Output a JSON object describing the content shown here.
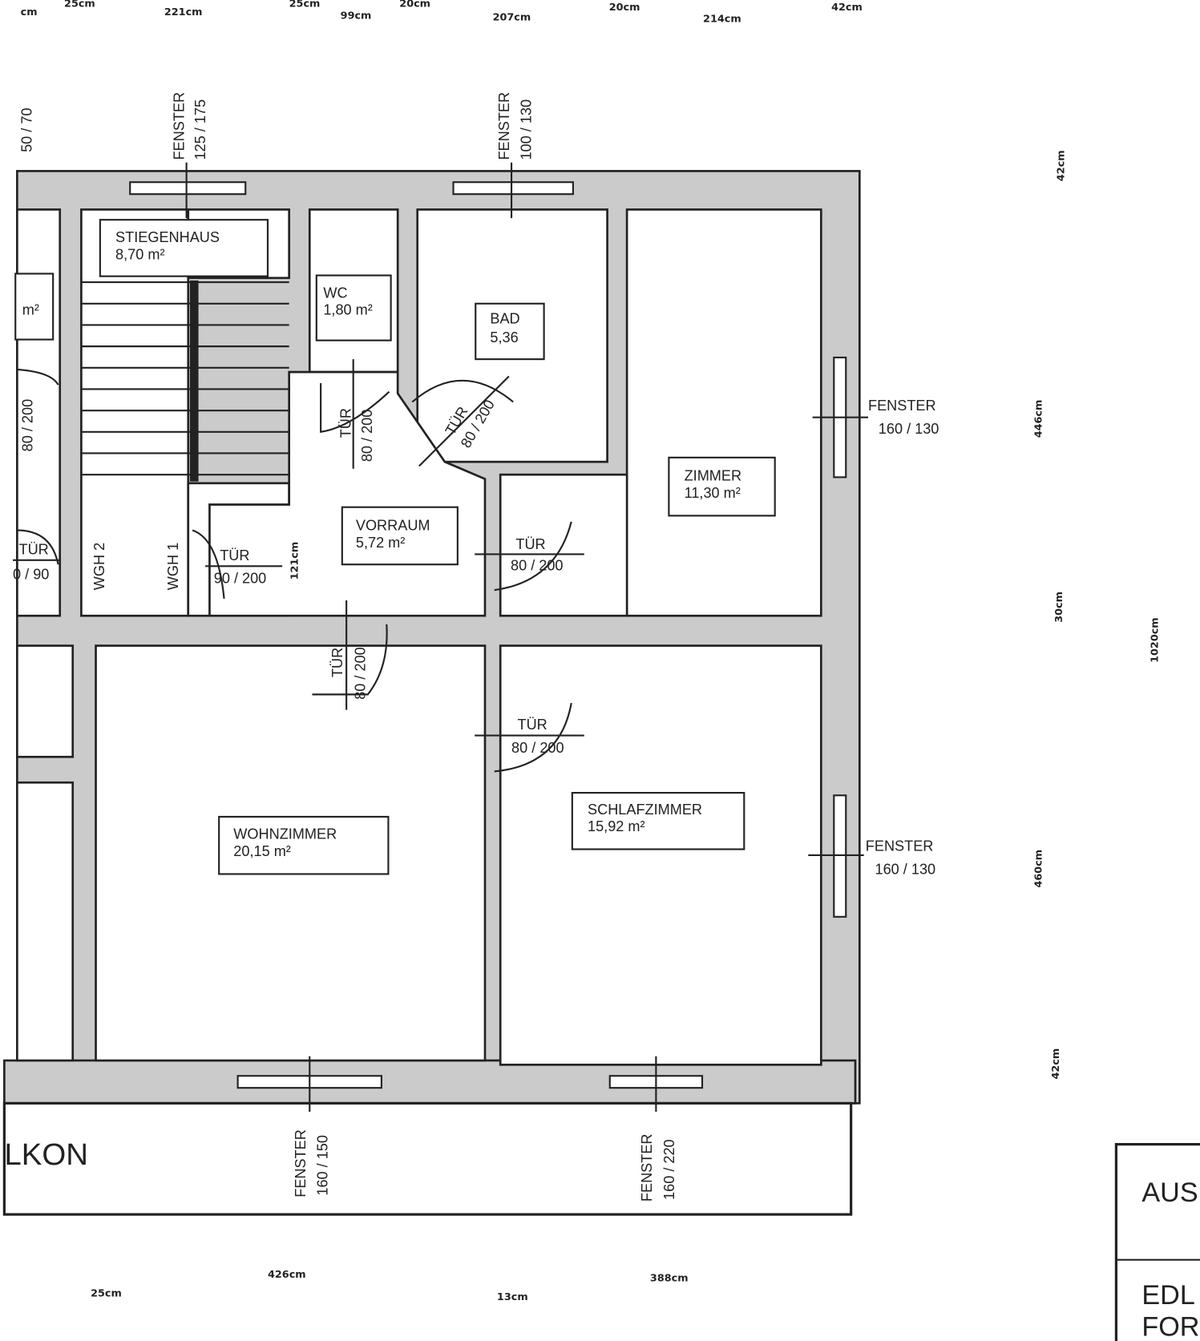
{
  "dimensions": {
    "top": [
      "cm",
      "25cm",
      "221cm",
      "25cm",
      "99cm",
      "20cm",
      "207cm",
      "20cm",
      "214cm",
      "42cm"
    ],
    "right": [
      "42cm",
      "446cm",
      "30cm",
      "1020cm",
      "460cm",
      "42cm"
    ],
    "bottom": [
      "25cm",
      "426cm",
      "13cm",
      "388cm"
    ],
    "inner": "121cm"
  },
  "rooms": {
    "stiegenhaus": {
      "name": "STIEGENHAUS",
      "area": "8,70 m²"
    },
    "wc": {
      "name": "WC",
      "area": "1,80 m²"
    },
    "bad": {
      "name": "BAD",
      "area": "5,36"
    },
    "zimmer": {
      "name": "ZIMMER",
      "area": "11,30 m²"
    },
    "vorraum": {
      "name": "VORRAUM",
      "area": "5,72 m²"
    },
    "wohnzimmer": {
      "name": "WOHNZIMMER",
      "area": "20,15 m²"
    },
    "schlafzimmer": {
      "name": "SCHLAFZIMMER",
      "area": "15,92 m²"
    },
    "left_partial": {
      "area": "m²"
    },
    "balkon": "LKON"
  },
  "windows": [
    {
      "label": "FENSTER",
      "size": "125 / 175"
    },
    {
      "label": "FENSTER",
      "size": "100 / 130"
    },
    {
      "label": "FENSTER",
      "size": "160 / 130"
    },
    {
      "label": "FENSTER",
      "size": "160 / 130"
    },
    {
      "label": "FENSTER",
      "size": "160 / 150"
    },
    {
      "label": "FENSTER",
      "size": "160 / 220"
    },
    {
      "size": "50 / 70"
    }
  ],
  "doors": [
    {
      "label": "TÜR",
      "size": "80 / 200"
    },
    {
      "label": "TÜR",
      "size": "80 / 200"
    },
    {
      "label": "TÜR",
      "size": "80 / 200"
    },
    {
      "label": "TÜR",
      "size": "90 / 200"
    },
    {
      "label": "TÜR",
      "size": "0 / 90"
    },
    {
      "label": "TÜR",
      "size": "80 / 200"
    },
    {
      "label": "TÜR",
      "size": "80 / 200"
    },
    {
      "size": "80 / 200"
    }
  ],
  "wgh": [
    "WGH 2",
    "WGH 1"
  ],
  "title_block": [
    "AUS",
    "EDL",
    "FOR"
  ]
}
